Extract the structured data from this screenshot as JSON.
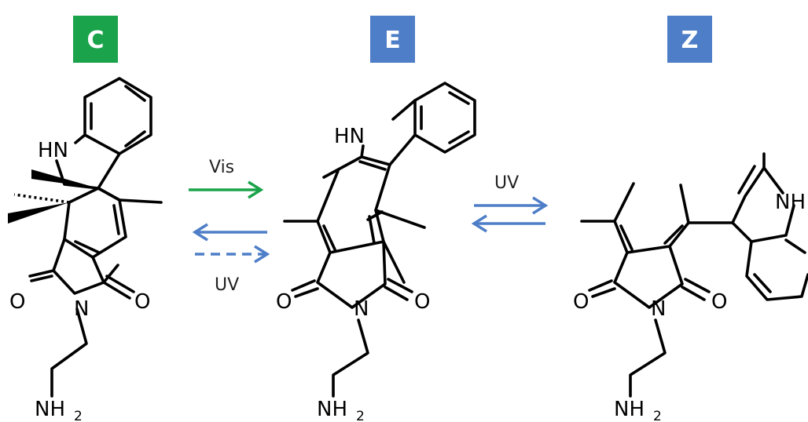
{
  "labels": {
    "closed": "C",
    "open_e": "E",
    "open_z": "Z"
  },
  "label_colors": {
    "closed": "#1aa34a",
    "open_e": "#4e7ec7",
    "open_z": "#4e7ec7"
  },
  "conditions": {
    "c_to_e": "Vis",
    "e_to_c": "UV",
    "e_to_z": "UV"
  },
  "arrow_colors": {
    "visible": "#1aa34a",
    "uv": "#4e7ec7"
  },
  "atoms": {
    "nh": "HN",
    "nh_right": "NH",
    "n": "N",
    "o": "O",
    "nh2": "NH",
    "nh2_sub": "2"
  },
  "icons": {
    "molecule_c": "closed-ring-isomer-structure",
    "molecule_e": "e-isomer-structure",
    "molecule_z": "z-isomer-structure"
  }
}
